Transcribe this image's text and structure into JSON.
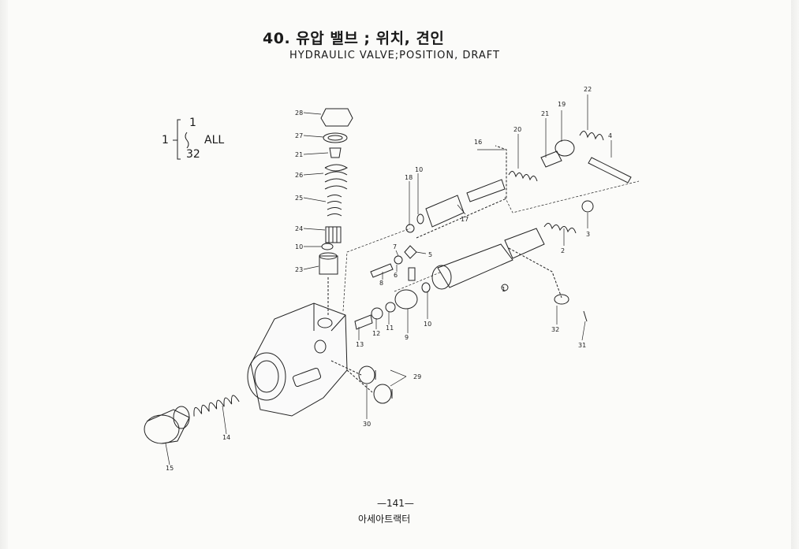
{
  "title_ko": "40. 유압 밸브 ; 위치, 견인",
  "title_en": "HYDRAULIC VALVE;POSITION, DRAFT",
  "applicability": {
    "prefix": "1",
    "from": "1",
    "to": "32",
    "label": "ALL"
  },
  "page_number": "—141—",
  "footer": "아세아트랙터",
  "callouts": [
    "28",
    "27",
    "21",
    "26",
    "25",
    "24",
    "10",
    "23",
    "18",
    "10",
    "16",
    "17",
    "20",
    "21",
    "19",
    "22",
    "4",
    "3",
    "2",
    "7",
    "5",
    "8",
    "6",
    "11",
    "12",
    "13",
    "9",
    "10",
    "1",
    "32",
    "31",
    "29",
    "30",
    "14",
    "15"
  ]
}
